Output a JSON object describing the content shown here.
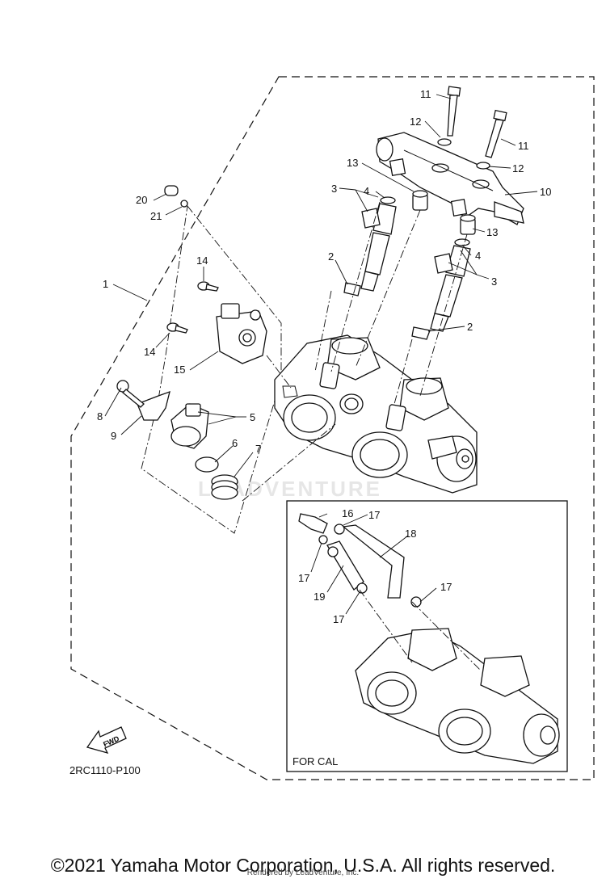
{
  "callouts": [
    {
      "n": "1"
    },
    {
      "n": "2"
    },
    {
      "n": "2"
    },
    {
      "n": "3"
    },
    {
      "n": "3"
    },
    {
      "n": "4"
    },
    {
      "n": "4"
    },
    {
      "n": "5"
    },
    {
      "n": "6"
    },
    {
      "n": "7"
    },
    {
      "n": "8"
    },
    {
      "n": "9"
    },
    {
      "n": "10"
    },
    {
      "n": "11"
    },
    {
      "n": "11"
    },
    {
      "n": "12"
    },
    {
      "n": "12"
    },
    {
      "n": "13"
    },
    {
      "n": "13"
    },
    {
      "n": "14"
    },
    {
      "n": "14"
    },
    {
      "n": "15"
    },
    {
      "n": "16"
    },
    {
      "n": "17"
    },
    {
      "n": "17"
    },
    {
      "n": "17"
    },
    {
      "n": "17"
    },
    {
      "n": "18"
    },
    {
      "n": "19"
    },
    {
      "n": "20"
    },
    {
      "n": "21"
    }
  ],
  "inset_label": "FOR CAL",
  "fwd_label": "FWD",
  "diagram_code": "2RC1110-P100",
  "watermark": "LEADVENTURE",
  "copyright": "©2021 Yamaha Motor Corporation, U.S.A. All rights reserved.",
  "rendered_by": "Rendered by LeadVenture, Inc."
}
